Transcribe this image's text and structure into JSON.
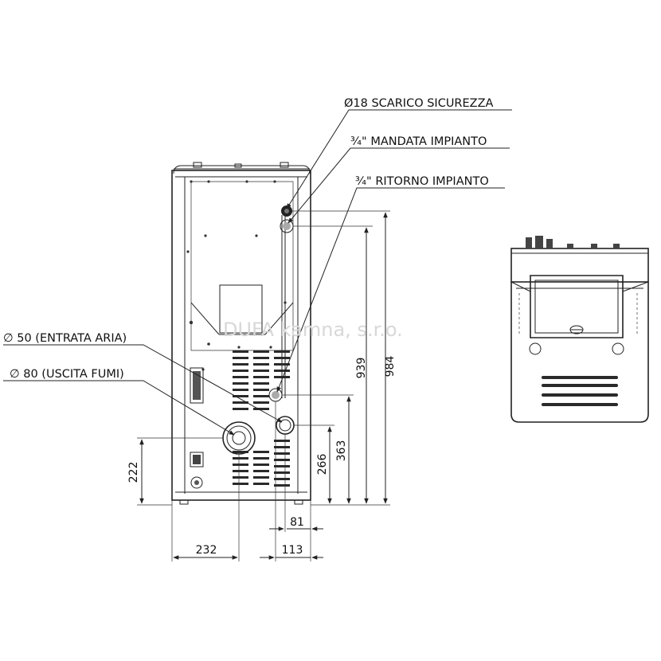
{
  "labels": {
    "scarico": "Ø18 SCARICO SICUREZZA",
    "mandata": "¾\" MANDATA IMPIANTO",
    "ritorno": "¾\" RITORNO IMPIANTO",
    "entrata": "∅ 50 (ENTRATA ARIA)",
    "uscita": "∅ 80 (USCITA FUMI)"
  },
  "dimensions": {
    "d984": "984",
    "d939": "939",
    "d363": "363",
    "d266": "266",
    "d222": "222",
    "d81": "81",
    "d113": "113",
    "d232": "232"
  },
  "watermark": "DUFA kamna, s.r.o."
}
